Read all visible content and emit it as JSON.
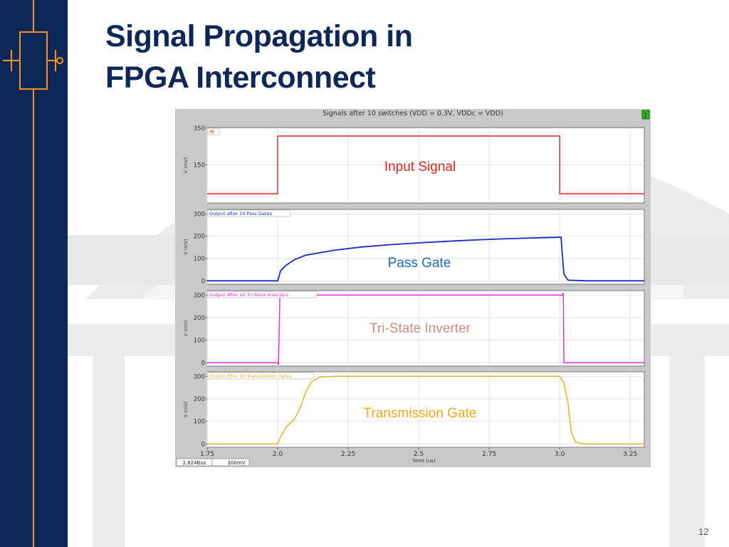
{
  "slide": {
    "title_line1": "Signal Propagation in",
    "title_line2": "FPGA Interconnect",
    "page_number": "12"
  },
  "window": {
    "title": "Signals after 10 switches (VDD = 0.3V, VDDc = VDD)",
    "corner_badge": "1",
    "status_time": "2.824Bus",
    "status_value": "300mV"
  },
  "colors": {
    "input": "#e3241f",
    "pass": "#1729c9",
    "tristate": "#e22ae2",
    "transmission": "#f0a91b",
    "pass_label": "#1c6bbf",
    "tristate_label": "#d28c83",
    "navy": "#0c2758",
    "orange": "#f7941e"
  },
  "chart_data": {
    "type": "line",
    "xlabel": "time (us)",
    "xlim": [
      1.75,
      3.3
    ],
    "xticks": [
      1.75,
      2.0,
      2.25,
      2.5,
      2.75,
      3.0,
      3.25
    ],
    "xtick_labels": [
      "1.75",
      "2.0",
      "2.25",
      "2.5",
      "2.75",
      "3.0",
      "3.25"
    ],
    "panels": [
      {
        "legend": "IN",
        "annotation": "Input Signal",
        "ylabel": "V (mV)",
        "ylim": [
          0,
          350
        ],
        "yticks": [
          150,
          350
        ],
        "color_key": "input",
        "label_color_key": "input",
        "points": [
          [
            1.75,
            0
          ],
          [
            2.0,
            0
          ],
          [
            2.0,
            300
          ],
          [
            3.0,
            300
          ],
          [
            3.0,
            0
          ],
          [
            3.3,
            0
          ]
        ]
      },
      {
        "legend": "Output after 10 Pass Gates",
        "annotation": "Pass Gate",
        "ylabel": "V (mV)",
        "ylim": [
          -15,
          320
        ],
        "yticks": [
          0,
          100,
          200,
          300
        ],
        "color_key": "pass",
        "label_color_key": "pass_label",
        "points": [
          [
            1.75,
            0
          ],
          [
            2.0,
            0
          ],
          [
            2.005,
            20
          ],
          [
            2.01,
            45
          ],
          [
            2.03,
            70
          ],
          [
            2.06,
            95
          ],
          [
            2.1,
            115
          ],
          [
            2.2,
            137
          ],
          [
            2.3,
            152
          ],
          [
            2.4,
            162
          ],
          [
            2.5,
            170
          ],
          [
            2.6,
            177
          ],
          [
            2.7,
            183
          ],
          [
            2.8,
            188
          ],
          [
            2.9,
            192
          ],
          [
            2.99,
            195
          ],
          [
            3.005,
            195
          ],
          [
            3.01,
            110
          ],
          [
            3.015,
            30
          ],
          [
            3.03,
            3
          ],
          [
            3.1,
            0
          ],
          [
            3.3,
            0
          ]
        ]
      },
      {
        "legend": "Output After 10 Tri-State Inverters",
        "annotation": "Tri-State Inverter",
        "ylabel": "V (mV)",
        "ylim": [
          -15,
          320
        ],
        "yticks": [
          0,
          100,
          200,
          300
        ],
        "color_key": "tristate",
        "label_color_key": "tristate_label",
        "points": [
          [
            1.75,
            0
          ],
          [
            2.0,
            0
          ],
          [
            2.003,
            -10
          ],
          [
            2.008,
            300
          ],
          [
            3.01,
            300
          ],
          [
            3.013,
            310
          ],
          [
            3.015,
            0
          ],
          [
            3.3,
            0
          ]
        ]
      },
      {
        "legend": "Output After 10 Transmission Gates",
        "annotation": "Transmission Gate",
        "ylabel": "V (mV)",
        "ylim": [
          -15,
          320
        ],
        "yticks": [
          0,
          100,
          200,
          300
        ],
        "color_key": "transmission",
        "label_color_key": "transmission",
        "points": [
          [
            1.75,
            0
          ],
          [
            2.0,
            0
          ],
          [
            2.01,
            30
          ],
          [
            2.03,
            75
          ],
          [
            2.06,
            110
          ],
          [
            2.08,
            160
          ],
          [
            2.1,
            230
          ],
          [
            2.12,
            275
          ],
          [
            2.15,
            297
          ],
          [
            2.2,
            300
          ],
          [
            3.0,
            300
          ],
          [
            3.015,
            270
          ],
          [
            3.03,
            180
          ],
          [
            3.04,
            60
          ],
          [
            3.055,
            10
          ],
          [
            3.08,
            0
          ],
          [
            3.3,
            0
          ]
        ]
      }
    ]
  }
}
